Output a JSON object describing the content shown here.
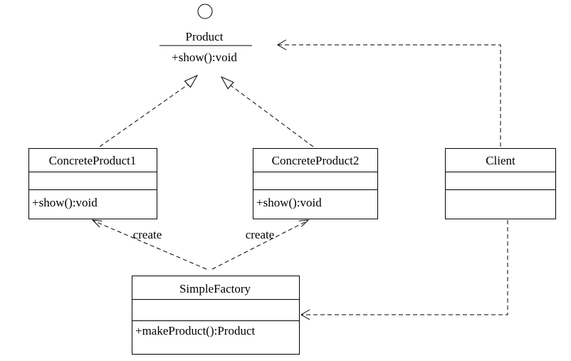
{
  "interface": {
    "name": "Product",
    "operation": "+show():void"
  },
  "classes": {
    "concrete_product_1": {
      "name": "ConcreteProduct1",
      "operation": "+show():void"
    },
    "concrete_product_2": {
      "name": "ConcreteProduct2",
      "operation": "+show():void"
    },
    "client": {
      "name": "Client"
    },
    "simple_factory": {
      "name": "SimpleFactory",
      "operation": "+makeProduct():Product"
    }
  },
  "relations": {
    "create_label_1": "create",
    "create_label_2": "create"
  }
}
